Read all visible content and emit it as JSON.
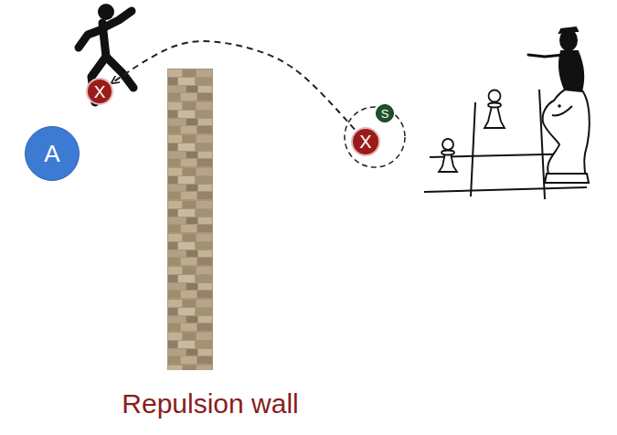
{
  "diagram": {
    "nodes": [
      {
        "text": [
          "X"
        ]
      },
      {
        "text": [
          "A"
        ]
      },
      {
        "text": [
          "S"
        ]
      },
      {
        "text": [
          "X"
        ]
      }
    ],
    "edges": [
      {
        "from": 3,
        "to": 0,
        "arrow": "to"
      }
    ],
    "labels": [
      "Repulsion wall"
    ]
  }
}
